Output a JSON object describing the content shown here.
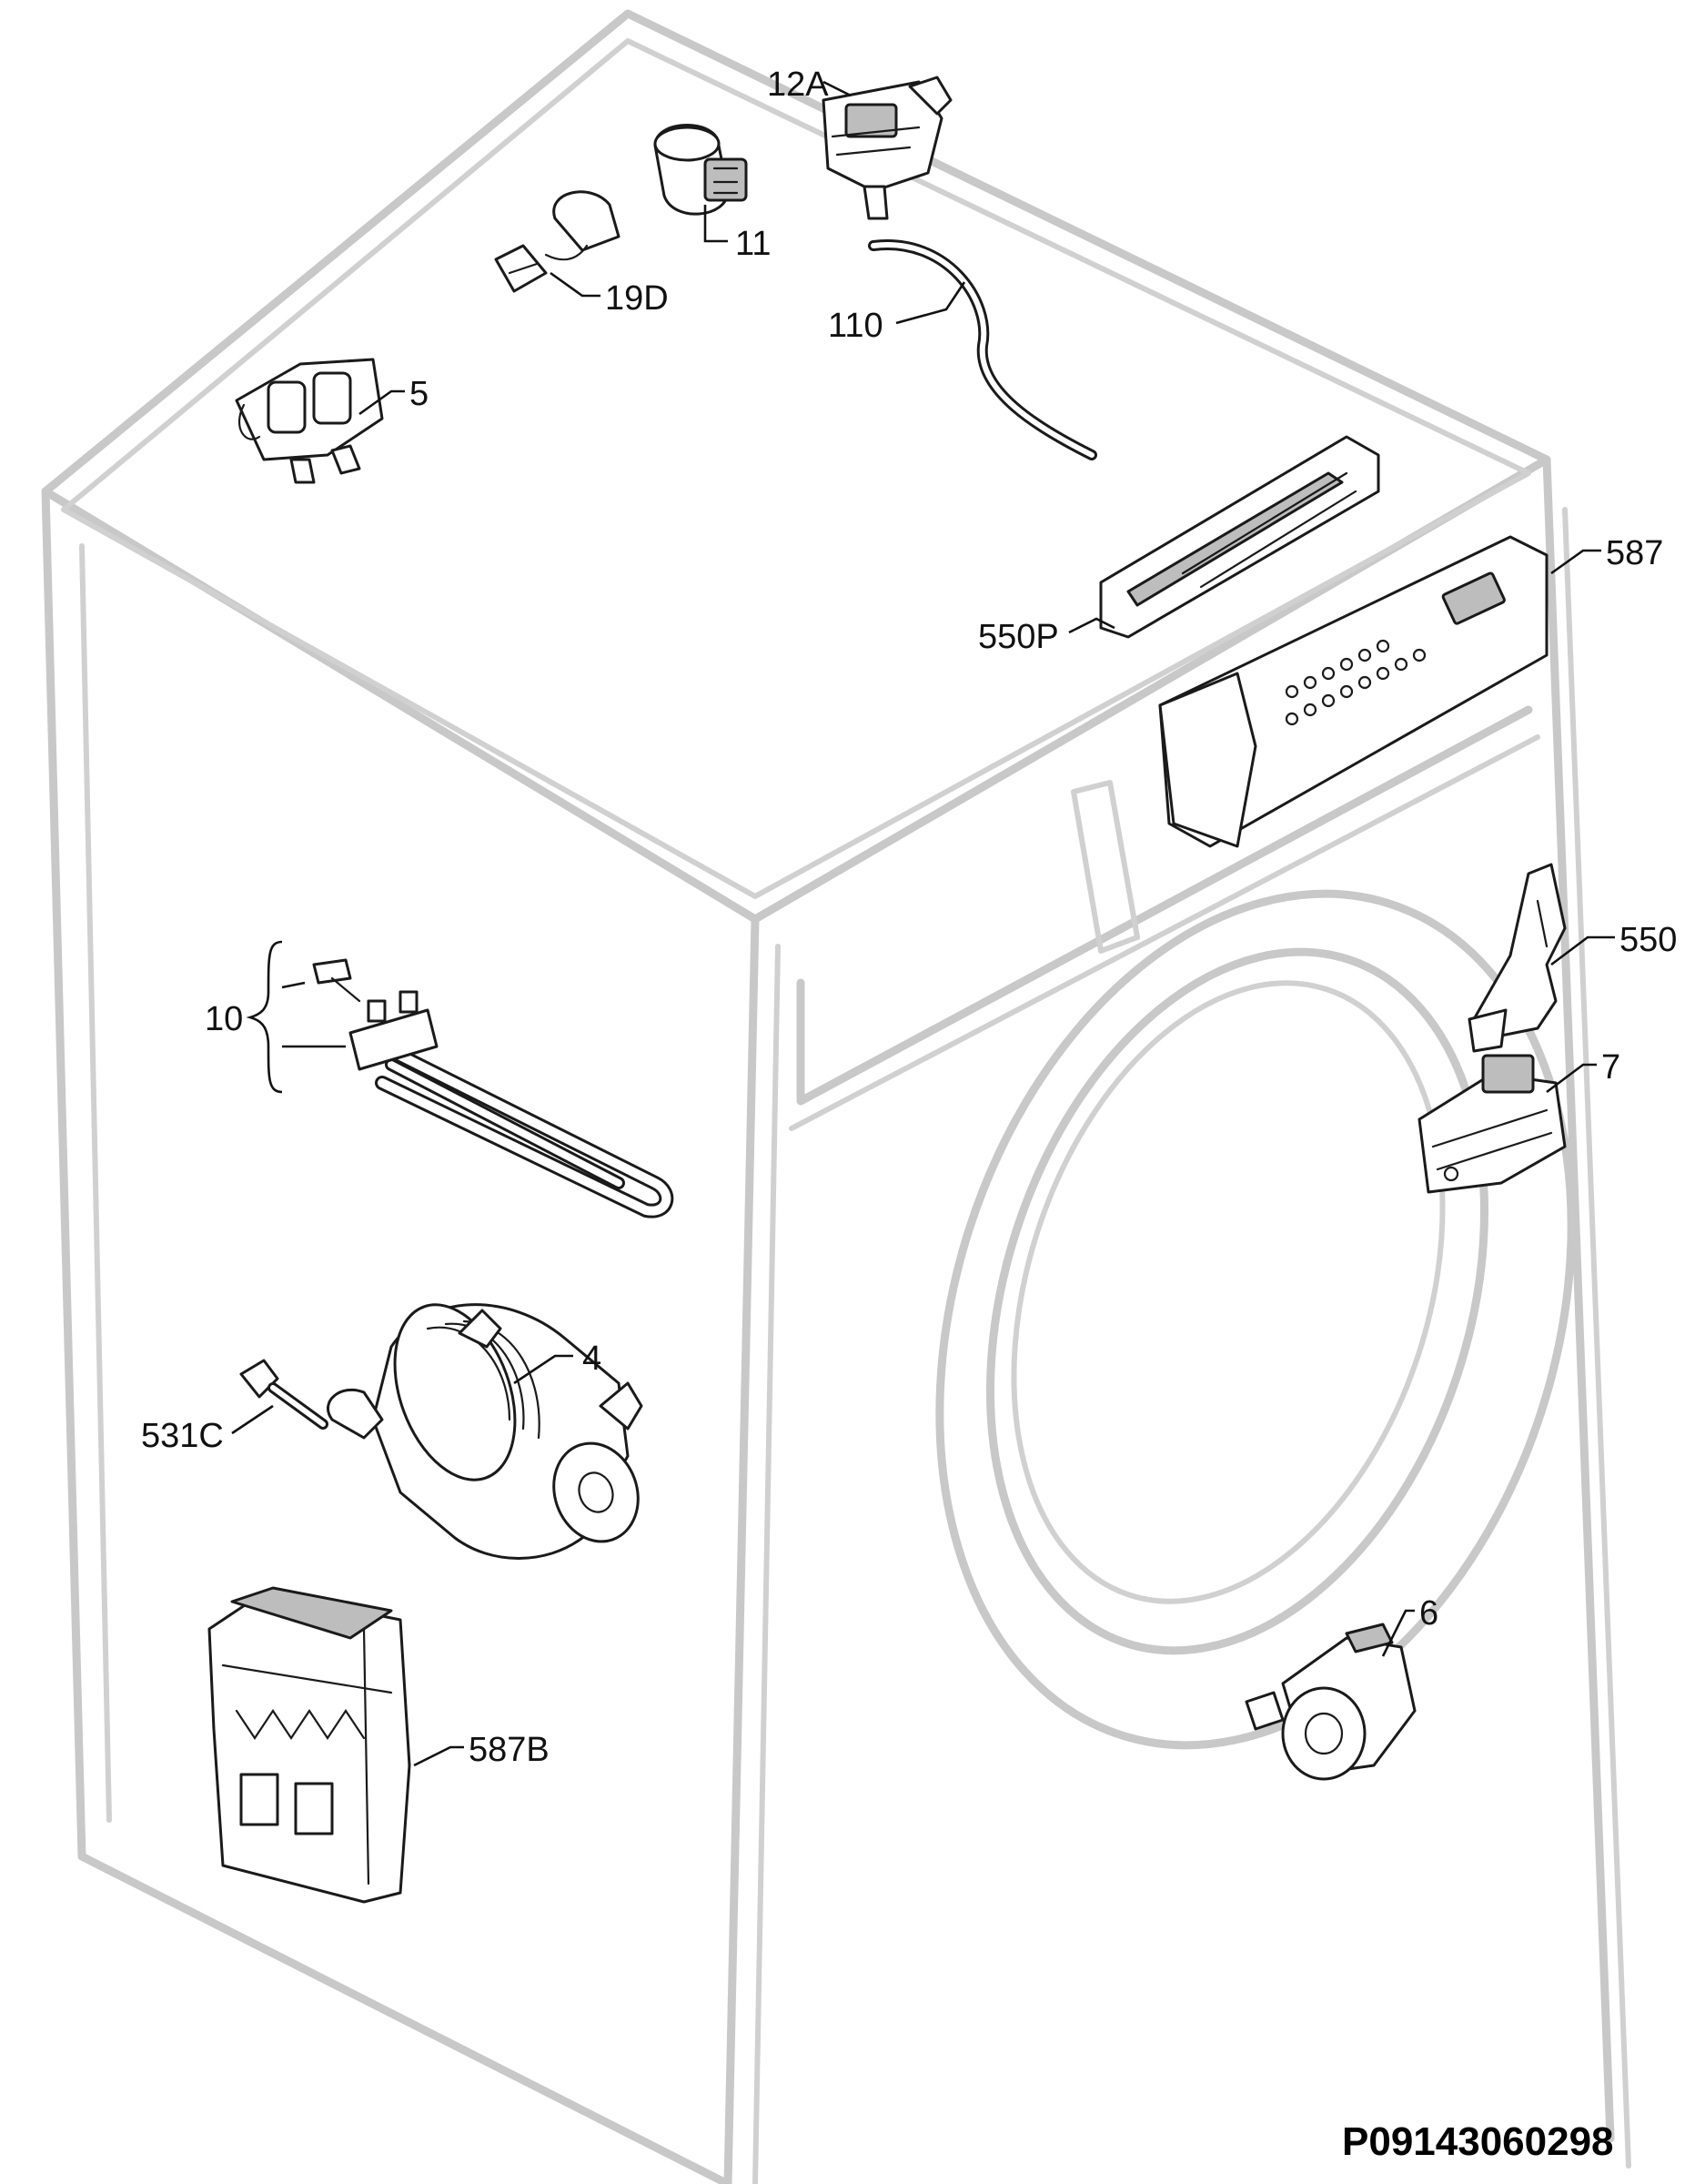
{
  "labels": {
    "p12A": "12A",
    "p11": "11",
    "p19D": "19D",
    "p110": "110",
    "p5": "5",
    "p587": "587",
    "p550P": "550P",
    "p550": "550",
    "p7": "7",
    "p10": "10",
    "p4": "4",
    "p531C": "531C",
    "p6": "6",
    "p587B": "587B"
  },
  "reference": "P09143060298",
  "colors": {
    "appliance_outline": "#c8c8c8",
    "part_line": "#1a1a1a",
    "text": "#111111"
  }
}
